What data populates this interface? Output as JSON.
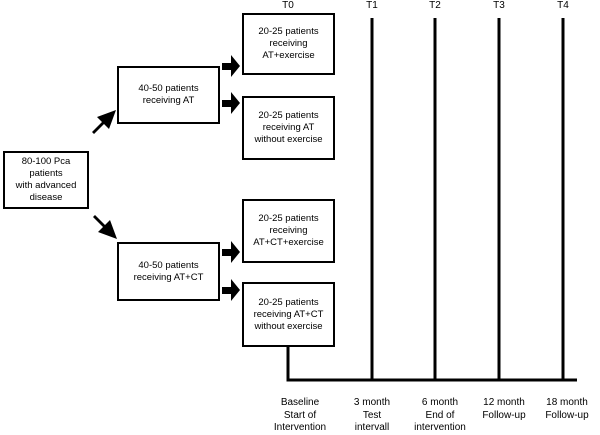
{
  "boxes": {
    "total": "80-100 Pca patients\nwith advanced\ndisease",
    "at": "40-50 patients\nreceiving AT",
    "atct": "40-50 patients\nreceiving AT+CT",
    "at_ex": "20-25 patients\nreceiving\nAT+exercise",
    "at_noex": "20-25 patients\nreceiving AT\nwithout exercise",
    "atct_ex": "20-25 patients\nreceiving\nAT+CT+exercise",
    "atct_noex": "20-25 patients\nreceiving AT+CT\nwithout exercise"
  },
  "timepoints": {
    "t0": "T0",
    "t1": "T1",
    "t2": "T2",
    "t3": "T3",
    "t4": "T4"
  },
  "timeline": {
    "t0": "Baseline\nStart of\nIntervention",
    "t1": "3 month\nTest\nintervall",
    "t2": "6 month\nEnd of\nintervention",
    "t3": "12 month\nFollow-up",
    "t4": "18 month\nFollow-up"
  }
}
